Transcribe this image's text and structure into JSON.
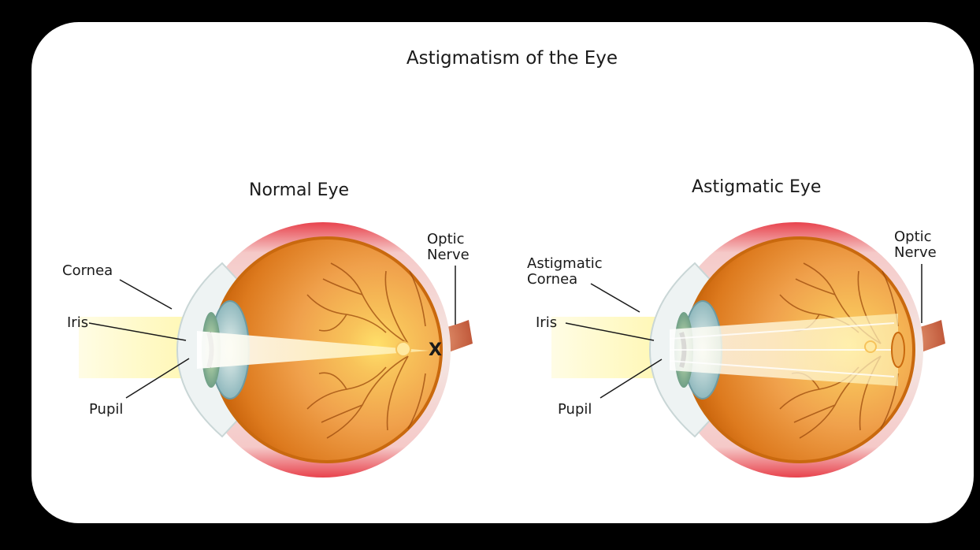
{
  "title": "Astigmatism of the Eye",
  "normal": {
    "heading": "Normal Eye",
    "labels": {
      "cornea": "Cornea",
      "iris": "Iris",
      "pupil": "Pupil",
      "optic_nerve_line1": "Optic",
      "optic_nerve_line2": "Nerve",
      "focal_mark": "X"
    }
  },
  "astigmatic": {
    "heading": "Astigmatic Eye",
    "labels": {
      "cornea_line1": "Astigmatic",
      "cornea_line2": "Cornea",
      "iris": "Iris",
      "pupil": "Pupil",
      "optic_nerve_line1": "Optic",
      "optic_nerve_line2": "Nerve"
    }
  },
  "colors": {
    "background": "#000000",
    "card": "#ffffff",
    "eyeball_outer": "#d9750f",
    "eyeball_inner": "#f1a24a",
    "retina_highlight": "#ffe06a",
    "sclera_red": "#e8434d",
    "light_beam": "#fff6a8",
    "lens": "#9fc4c8"
  }
}
